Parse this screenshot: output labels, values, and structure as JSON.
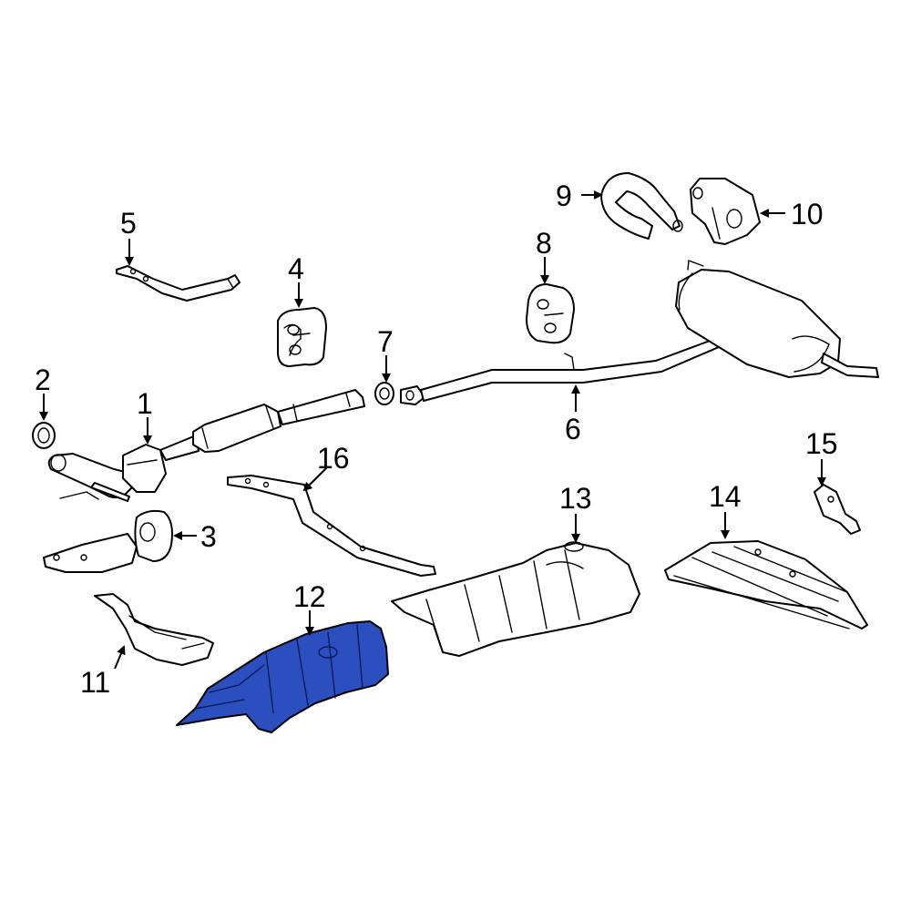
{
  "diagram": {
    "highlight_color": "#2b4fbf",
    "callouts": [
      {
        "id": "1",
        "label": "1"
      },
      {
        "id": "2",
        "label": "2"
      },
      {
        "id": "3",
        "label": "3"
      },
      {
        "id": "4",
        "label": "4"
      },
      {
        "id": "5",
        "label": "5"
      },
      {
        "id": "6",
        "label": "6"
      },
      {
        "id": "7",
        "label": "7"
      },
      {
        "id": "8",
        "label": "8"
      },
      {
        "id": "9",
        "label": "9"
      },
      {
        "id": "10",
        "label": "10"
      },
      {
        "id": "11",
        "label": "11"
      },
      {
        "id": "12",
        "label": "12"
      },
      {
        "id": "13",
        "label": "13"
      },
      {
        "id": "14",
        "label": "14"
      },
      {
        "id": "15",
        "label": "15"
      },
      {
        "id": "16",
        "label": "16"
      }
    ],
    "highlighted_part": "12"
  }
}
